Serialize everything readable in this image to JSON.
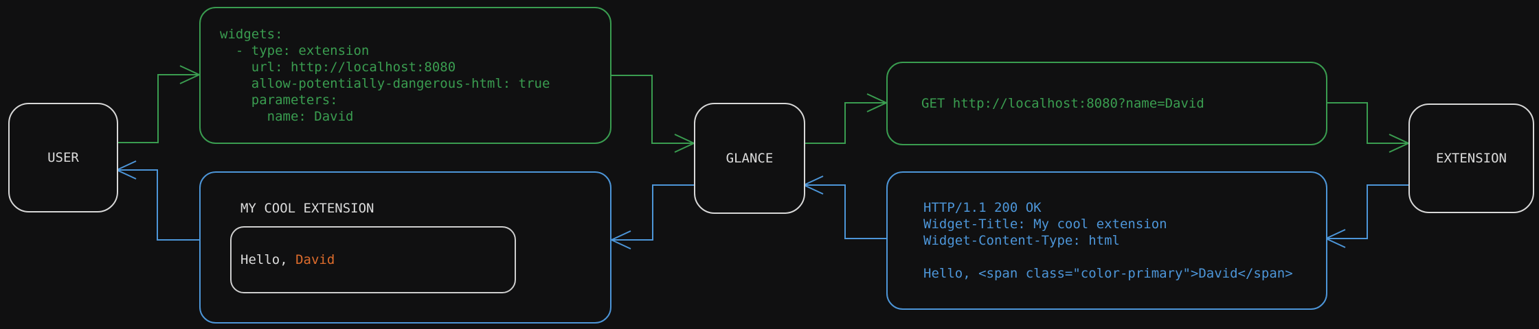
{
  "colors": {
    "green": "#3A9D50",
    "blue": "#4D96D9",
    "gray": "#D8D8D8",
    "orange": "#DE6C2C",
    "text": "#DCDCDC",
    "bg": "#101011"
  },
  "nodes": {
    "user": {
      "label": "USER"
    },
    "glance": {
      "label": "GLANCE"
    },
    "extension": {
      "label": "EXTENSION"
    }
  },
  "config_box": {
    "text": "widgets:\n  - type: extension\n    url: http://localhost:8080\n    allow-potentially-dangerous-html: true\n    parameters:\n      name: David"
  },
  "request_box": {
    "text": "GET http://localhost:8080?name=David"
  },
  "response_box": {
    "text": "HTTP/1.1 200 OK\nWidget-Title: My cool extension\nWidget-Content-Type: html\n\nHello, <span class=\"color-primary\">David</span>"
  },
  "widget_box": {
    "title": "MY COOL EXTENSION",
    "greeting_prefix": "Hello, ",
    "greeting_name": "David"
  }
}
